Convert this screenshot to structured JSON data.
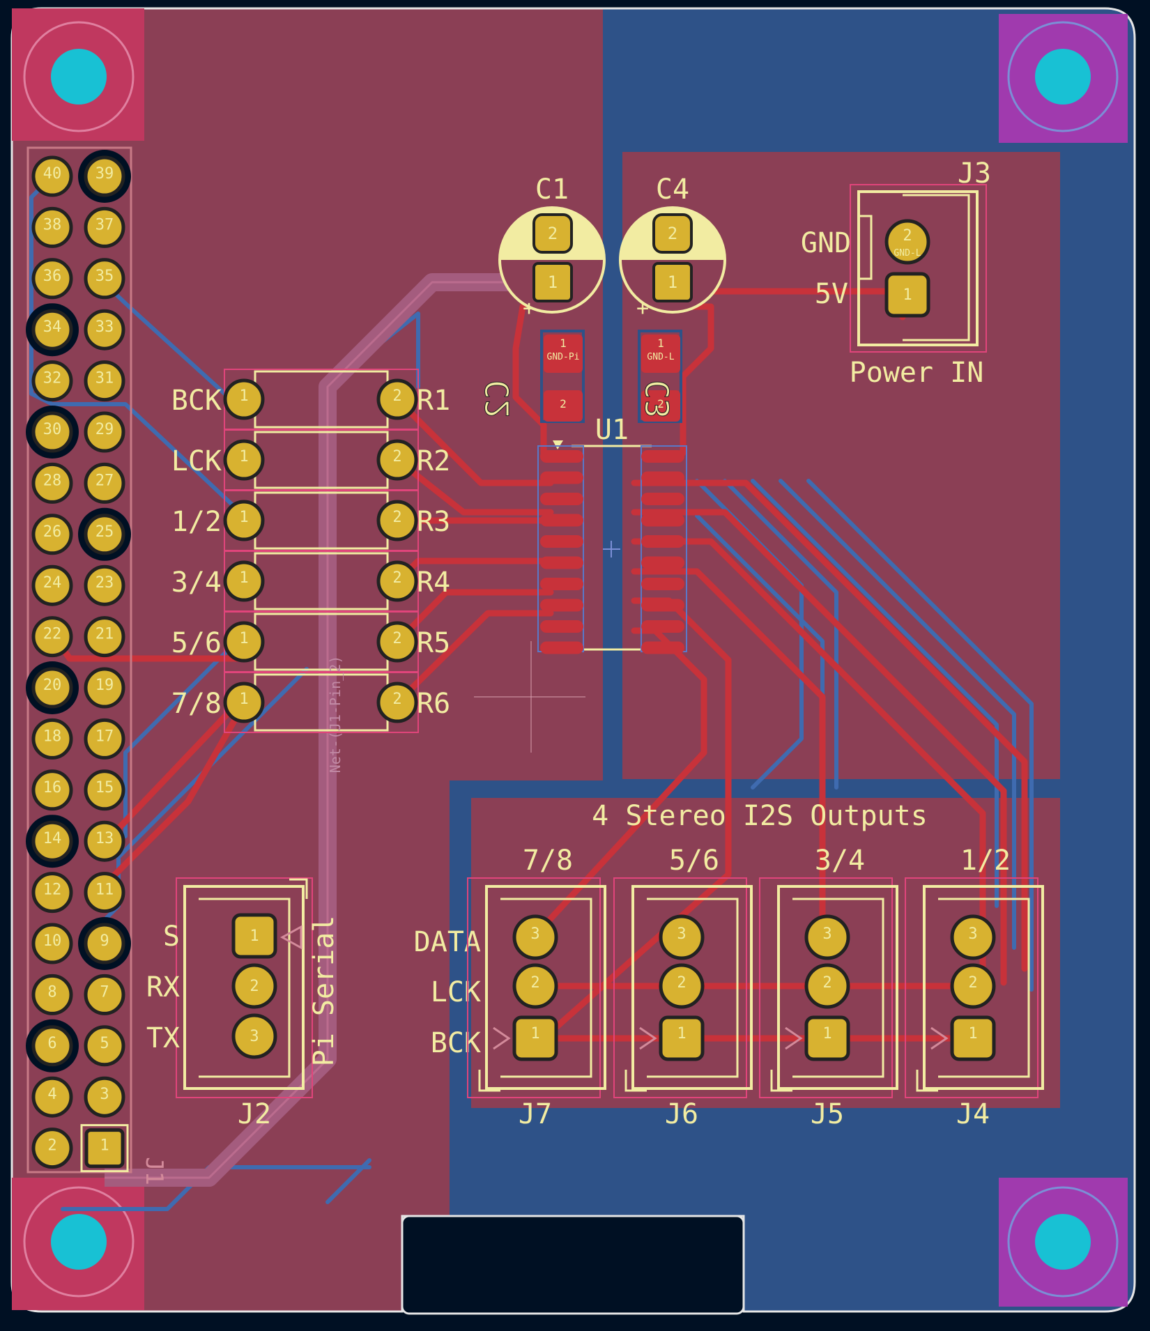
{
  "colors": {
    "background": "#001023",
    "front_copper": "#c8323a",
    "front_fill": "#8b3f55",
    "back_fill": "#2e5288",
    "back_trace": "#3f6bb0",
    "silkscreen": "#f2eca2",
    "pad_gold": "#d8b230",
    "courtyard": "#e0457b",
    "drill": "#18c1d4",
    "mounting_pad": "#a03aae",
    "outline": "#e6e6e6"
  },
  "silkscreen": {
    "gpio_numbers": [
      "40",
      "39",
      "38",
      "37",
      "36",
      "35",
      "34",
      "33",
      "32",
      "31",
      "30",
      "29",
      "28",
      "27",
      "26",
      "25",
      "24",
      "23",
      "22",
      "21",
      "20",
      "19",
      "18",
      "17",
      "16",
      "15",
      "14",
      "13",
      "12",
      "11",
      "10",
      "9",
      "8",
      "7",
      "6",
      "5",
      "4",
      "3",
      "2",
      "1"
    ],
    "resistor_left_labels": [
      "BCK",
      "LCK",
      "1/2",
      "3/4",
      "5/6",
      "7/8"
    ],
    "resistor_right_labels": [
      "R1",
      "R2",
      "R3",
      "R4",
      "R5",
      "R6"
    ],
    "cap_c1": "C1",
    "cap_c4": "C4",
    "cap_c2": "C2",
    "cap_c3": "C3",
    "chip_u1": "U1",
    "power_ref": "J3",
    "power_gnd": "GND",
    "power_5v": "5V",
    "power_title": "Power IN",
    "outputs_title": "4 Stereo I2S Outputs",
    "output_channels": [
      "7/8",
      "5/6",
      "3/4",
      "1/2"
    ],
    "output_refs": [
      "J7",
      "J6",
      "J5",
      "J4"
    ],
    "output_pin_labels": [
      "DATA",
      "LCK",
      "BCK"
    ],
    "serial_pin_labels": [
      "S",
      "RX",
      "TX"
    ],
    "serial_title": "Pi Serial",
    "serial_ref": "J2",
    "header_ref": "J1",
    "net_label": "Net-(J1-Pin_2)",
    "pad_one": "1",
    "pad_two": "2",
    "pad_three": "3",
    "gnd_pi": "GND-Pi",
    "gnd_l": "GND-L"
  }
}
